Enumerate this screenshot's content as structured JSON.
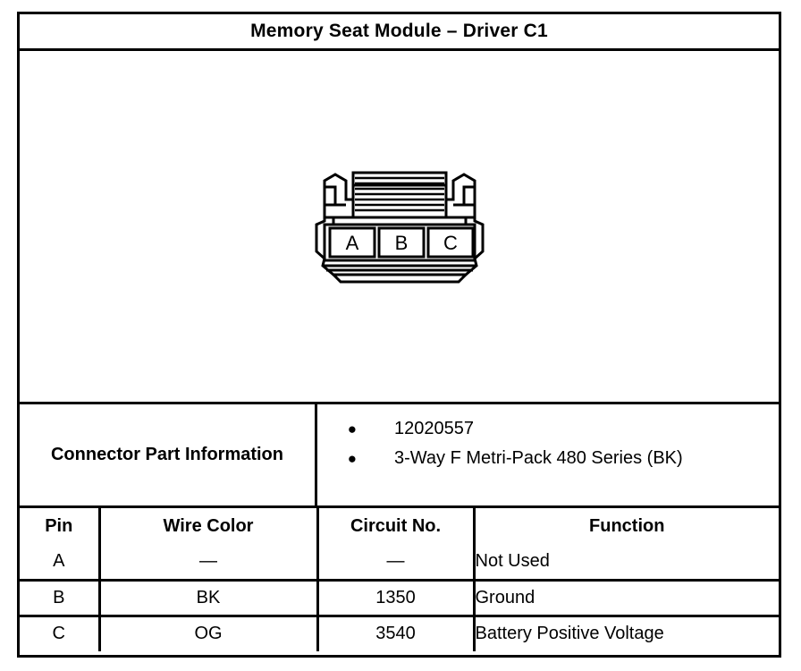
{
  "document": {
    "title": "Memory Seat Module – Driver C1"
  },
  "connector": {
    "cavities": [
      {
        "label": "A"
      },
      {
        "label": "B"
      },
      {
        "label": "C"
      }
    ],
    "rib_count": 7
  },
  "part_information": {
    "label": "Connector Part Information",
    "bullet_glyph": "●",
    "items": [
      "12020557",
      "3-Way F Metri-Pack 480 Series (BK)"
    ]
  },
  "pin_table": {
    "headers": [
      "Pin",
      "Wire Color",
      "Circuit No.",
      "Function"
    ],
    "rows": [
      {
        "pin": "A",
        "wire_color": "—",
        "circuit_no": "—",
        "function": "Not Used"
      },
      {
        "pin": "B",
        "wire_color": "BK",
        "circuit_no": "1350",
        "function": "Ground"
      },
      {
        "pin": "C",
        "wire_color": "OG",
        "circuit_no": "3540",
        "function": "Battery Positive Voltage"
      }
    ]
  },
  "colors": {
    "ink": "#000000",
    "paper": "#ffffff"
  }
}
